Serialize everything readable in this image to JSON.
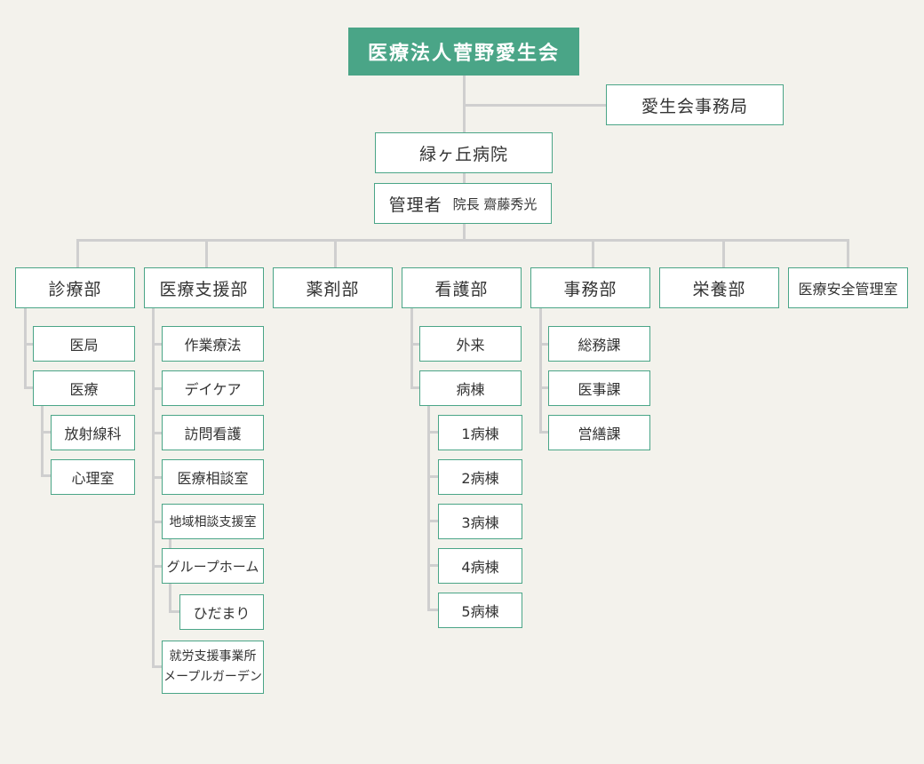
{
  "org": {
    "corporation": "医療法人菅野愛生会",
    "office": "愛生会事務局",
    "hospital": "緑ヶ丘病院",
    "manager": {
      "title": "管理者",
      "name": "院長 齋藤秀光"
    }
  },
  "departments": {
    "shinryo": {
      "label": "診療部",
      "children": [
        "医局",
        "医療"
      ],
      "iryo_children": [
        "放射線科",
        "心理室"
      ]
    },
    "shien": {
      "label": "医療支援部",
      "children": [
        "作業療法",
        "デイケア",
        "訪問看護",
        "医療相談室",
        "地域相談支援室",
        "グループホーム"
      ],
      "group_home_children": [
        "ひだまり"
      ],
      "work_support": [
        "就労支援事業所",
        "メープルガーデン"
      ]
    },
    "yakuzai": {
      "label": "薬剤部"
    },
    "kango": {
      "label": "看護部",
      "children": [
        "外来",
        "病棟"
      ],
      "ward_children": [
        "1病棟",
        "2病棟",
        "3病棟",
        "4病棟",
        "5病棟"
      ]
    },
    "jimu": {
      "label": "事務部",
      "children": [
        "総務課",
        "医事課",
        "営繕課"
      ]
    },
    "eiyo": {
      "label": "栄養部"
    },
    "anzen": {
      "label": "医療安全管理室"
    }
  },
  "colors": {
    "accent": "#4aa587",
    "line": "#cfcfcf",
    "background": "#f3f2ec"
  }
}
